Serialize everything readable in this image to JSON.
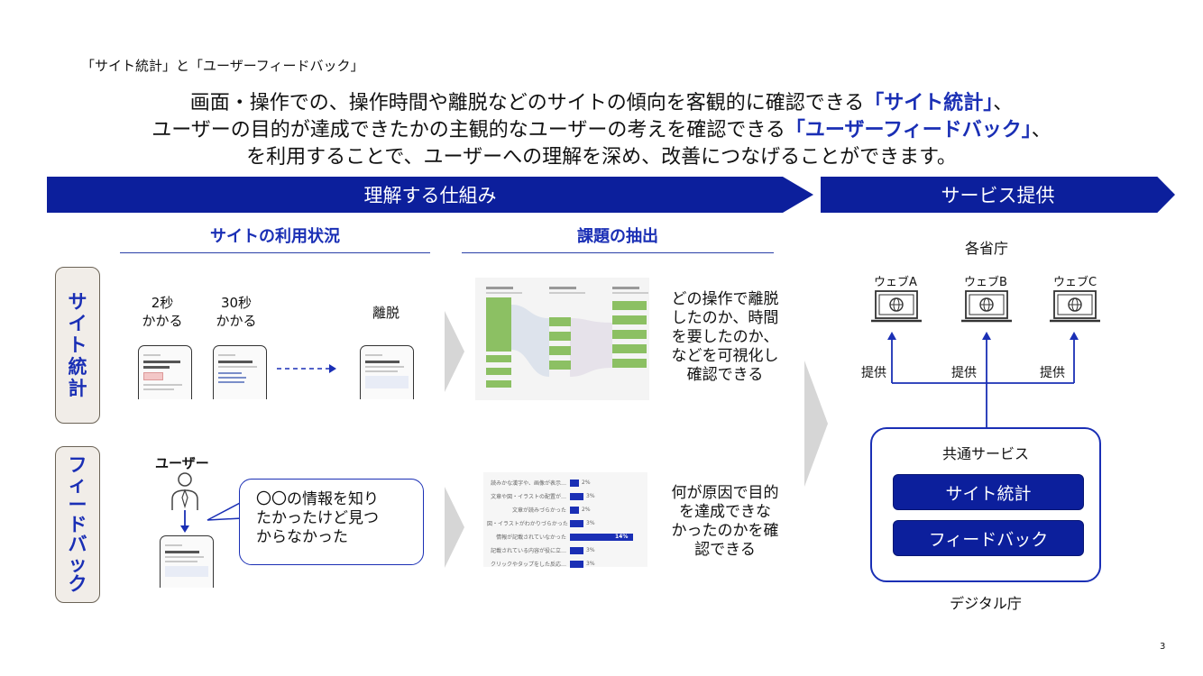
{
  "page_label": "「サイト統計」と「ユーザーフィードバック」",
  "lead": {
    "line1_a": "画面・操作での、操作時間や離脱などのサイトの傾向を客観的に確認できる",
    "line1_hl": "「サイト統計」",
    "line1_b": "、",
    "line2_a": "ユーザーの目的が達成できたかの主観的なユーザーの考えを確認できる",
    "line2_hl": "「ユーザーフィードバック」",
    "line2_b": "、",
    "line3": "を利用することで、ユーザーへの理解を深め、改善につなげることができます。"
  },
  "banners": {
    "left": "理解する仕組み",
    "right": "サービス提供"
  },
  "columns": {
    "usage": "サイトの利用状況",
    "extract": "課題の抽出"
  },
  "row_labels": {
    "stats": [
      "サ",
      "イ",
      "ト",
      "統",
      "計"
    ],
    "feedback": [
      "フ",
      "ィ",
      "ー",
      "ド",
      "バ",
      "ッ",
      "ク"
    ]
  },
  "stats_row": {
    "t1_a": "2秒",
    "t1_b": "かかる",
    "t2_a": "30秒",
    "t2_b": "かかる",
    "exit": "離脱",
    "desc": [
      "どの操作で離脱",
      "したのか、時間",
      "を要したのか、",
      "などを可視化し",
      "確認できる"
    ]
  },
  "feedback_row": {
    "user_label": "ユーザー",
    "bubble": [
      "〇〇の情報を知り",
      "たかったけど見つ",
      "からなかった"
    ],
    "desc": [
      "何が原因で目的",
      "を達成できな",
      "かったのかを確",
      "認できる"
    ],
    "bars": [
      {
        "label": "読みかな漢字や、画像が表示…",
        "pct": "2%",
        "value": 2
      },
      {
        "label": "文章や図・イラストの配置が…",
        "pct": "3%",
        "value": 3
      },
      {
        "label": "文章が読みづらかった",
        "pct": "2%",
        "value": 2
      },
      {
        "label": "図・イラストがわかりづらかった",
        "pct": "3%",
        "value": 3
      },
      {
        "label": "情報が記載されていなかった",
        "pct": "14%",
        "value": 14
      },
      {
        "label": "記載されている内容が役に立…",
        "pct": "3%",
        "value": 3
      },
      {
        "label": "クリックやタップをした反応…",
        "pct": "3%",
        "value": 3
      }
    ]
  },
  "service": {
    "agencies": "各省庁",
    "webs": [
      "ウェブA",
      "ウェブB",
      "ウェブC"
    ],
    "provide": "提供",
    "common": "共通サービス",
    "btn_stats": "サイト統計",
    "btn_feedback": "フィードバック",
    "digital": "デジタル庁"
  },
  "page_number": "3",
  "colors": {
    "primary": "#0c1f9c",
    "highlight": "#1a2fb5",
    "row_label_bg": "#f1ede8",
    "flow_green": "#8cc063"
  }
}
